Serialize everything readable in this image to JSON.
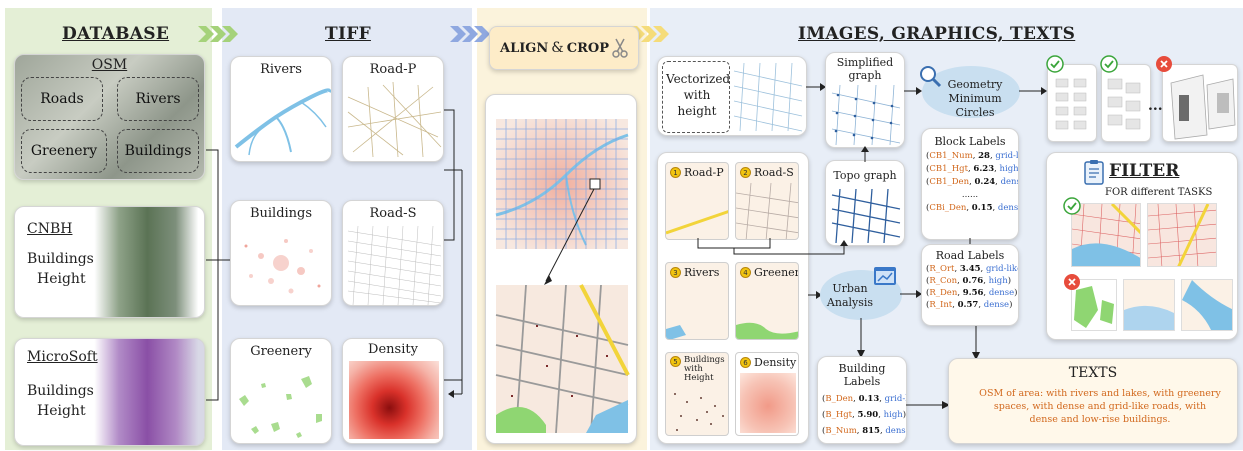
{
  "database": {
    "header": "DATABASE",
    "osm": {
      "title": "OSM",
      "layers": [
        "Roads",
        "Rivers",
        "Greenery",
        "Buildings"
      ]
    },
    "cnbh": {
      "title": "CNBH",
      "subtitle_1": "Buildings",
      "subtitle_2": "Height"
    },
    "microsoft": {
      "title": "MicroSoft",
      "subtitle_1": "Buildings",
      "subtitle_2": "Height"
    }
  },
  "tiff": {
    "header": "TIFF",
    "tiles": [
      "Rivers",
      "Road-P",
      "Buildings",
      "Road-S",
      "Greenery",
      "Density"
    ]
  },
  "align": {
    "title_a": "ALIGN",
    "amp": "&",
    "title_b": "CROP"
  },
  "igt": {
    "header": "IMAGES, GRAPHICS, TEXTS",
    "vectorized": "Vectorized with height",
    "simplified_graph": "Simplified graph",
    "topo_graph": "Topo graph",
    "geometry": "Geometry Minimum Circles",
    "ellipsis": "...",
    "layers": [
      {
        "num": "1",
        "name": "Road-P"
      },
      {
        "num": "2",
        "name": "Road-S"
      },
      {
        "num": "3",
        "name": "Rivers"
      },
      {
        "num": "4",
        "name": "Greenery"
      },
      {
        "num": "5",
        "name": "Buildings with Height"
      },
      {
        "num": "6",
        "name": "Density"
      }
    ],
    "urban_analysis": "Urban Analysis",
    "block_labels": {
      "title": "Block Labels",
      "items": [
        {
          "key": "CB1_Num",
          "val": "28",
          "tag": "grid-like"
        },
        {
          "key": "CB1_Hgt",
          "val": "6.23",
          "tag": "high"
        },
        {
          "key": "CB1_Den",
          "val": "0.24",
          "tag": "dense"
        },
        {
          "key": "CBi_Den",
          "val": "0.15",
          "tag": "dense"
        }
      ],
      "dots": "......"
    },
    "road_labels": {
      "title": "Road Labels",
      "items": [
        {
          "key": "R_Ort",
          "val": "3.45",
          "tag": "grid-like"
        },
        {
          "key": "R_Con",
          "val": "0.76",
          "tag": "high"
        },
        {
          "key": "R_Den",
          "val": "9.56",
          "tag": "dense"
        },
        {
          "key": "R_Int",
          "val": "0.57",
          "tag": "dense"
        }
      ]
    },
    "building_labels": {
      "title": "Building Labels",
      "items": [
        {
          "key": "B_Den",
          "val": "0.13",
          "tag": "grid-like"
        },
        {
          "key": "B_Hgt",
          "val": "5.90",
          "tag": "high"
        },
        {
          "key": "B_Num",
          "val": "815",
          "tag": "dense"
        }
      ]
    },
    "filter": {
      "title": "FILTER",
      "subtitle": "FOR different TASKS"
    },
    "texts": {
      "title": "TEXTS",
      "body": "OSM of area: with rivers and lakes, with greenery spaces, with dense and grid-like roads, with dense and low-rise buildings."
    }
  },
  "colors": {
    "database_bg": "#e4efd6",
    "tiff_bg": "#e3e9f5",
    "align_bg": "#fbf3dc",
    "igt_bg": "#e8eef7",
    "chevron_green": "#a5d27a",
    "chevron_blue": "#8fa8e0",
    "chevron_yellow": "#f5dc7a",
    "river": "#7fc1e6",
    "road_primary": "#f2d43a",
    "greenery": "#8fd672",
    "density": "#d93a2a",
    "label_key": "#d2691e",
    "label_tag": "#3b6fd1"
  }
}
